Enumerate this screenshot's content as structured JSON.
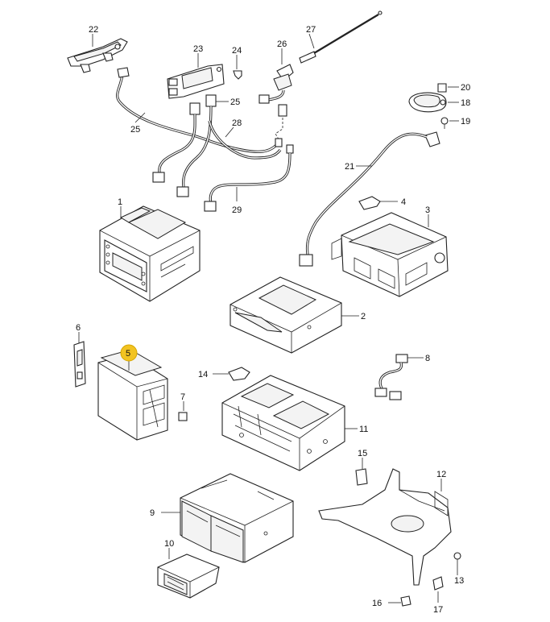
{
  "highlight_color": "#f2c322",
  "callouts": [
    {
      "id": "c1",
      "text": "1"
    },
    {
      "id": "c2",
      "text": "2"
    },
    {
      "id": "c3",
      "text": "3"
    },
    {
      "id": "c4",
      "text": "4"
    },
    {
      "id": "c5",
      "text": "5",
      "highlighted": true
    },
    {
      "id": "c6",
      "text": "6"
    },
    {
      "id": "c7",
      "text": "7"
    },
    {
      "id": "c8",
      "text": "8"
    },
    {
      "id": "c9",
      "text": "9"
    },
    {
      "id": "c10",
      "text": "10"
    },
    {
      "id": "c11",
      "text": "11"
    },
    {
      "id": "c12",
      "text": "12"
    },
    {
      "id": "c13",
      "text": "13"
    },
    {
      "id": "c14",
      "text": "14"
    },
    {
      "id": "c15",
      "text": "15"
    },
    {
      "id": "c16",
      "text": "16"
    },
    {
      "id": "c17",
      "text": "17"
    },
    {
      "id": "c18",
      "text": "18"
    },
    {
      "id": "c19",
      "text": "19"
    },
    {
      "id": "c20",
      "text": "20"
    },
    {
      "id": "c21",
      "text": "21"
    },
    {
      "id": "c22",
      "text": "22"
    },
    {
      "id": "c23",
      "text": "23"
    },
    {
      "id": "c24",
      "text": "24"
    },
    {
      "id": "c25a",
      "text": "25"
    },
    {
      "id": "c25b",
      "text": "25"
    },
    {
      "id": "c26",
      "text": "26"
    },
    {
      "id": "c27",
      "text": "27"
    },
    {
      "id": "c28",
      "text": "28"
    },
    {
      "id": "c29",
      "text": "29"
    }
  ]
}
